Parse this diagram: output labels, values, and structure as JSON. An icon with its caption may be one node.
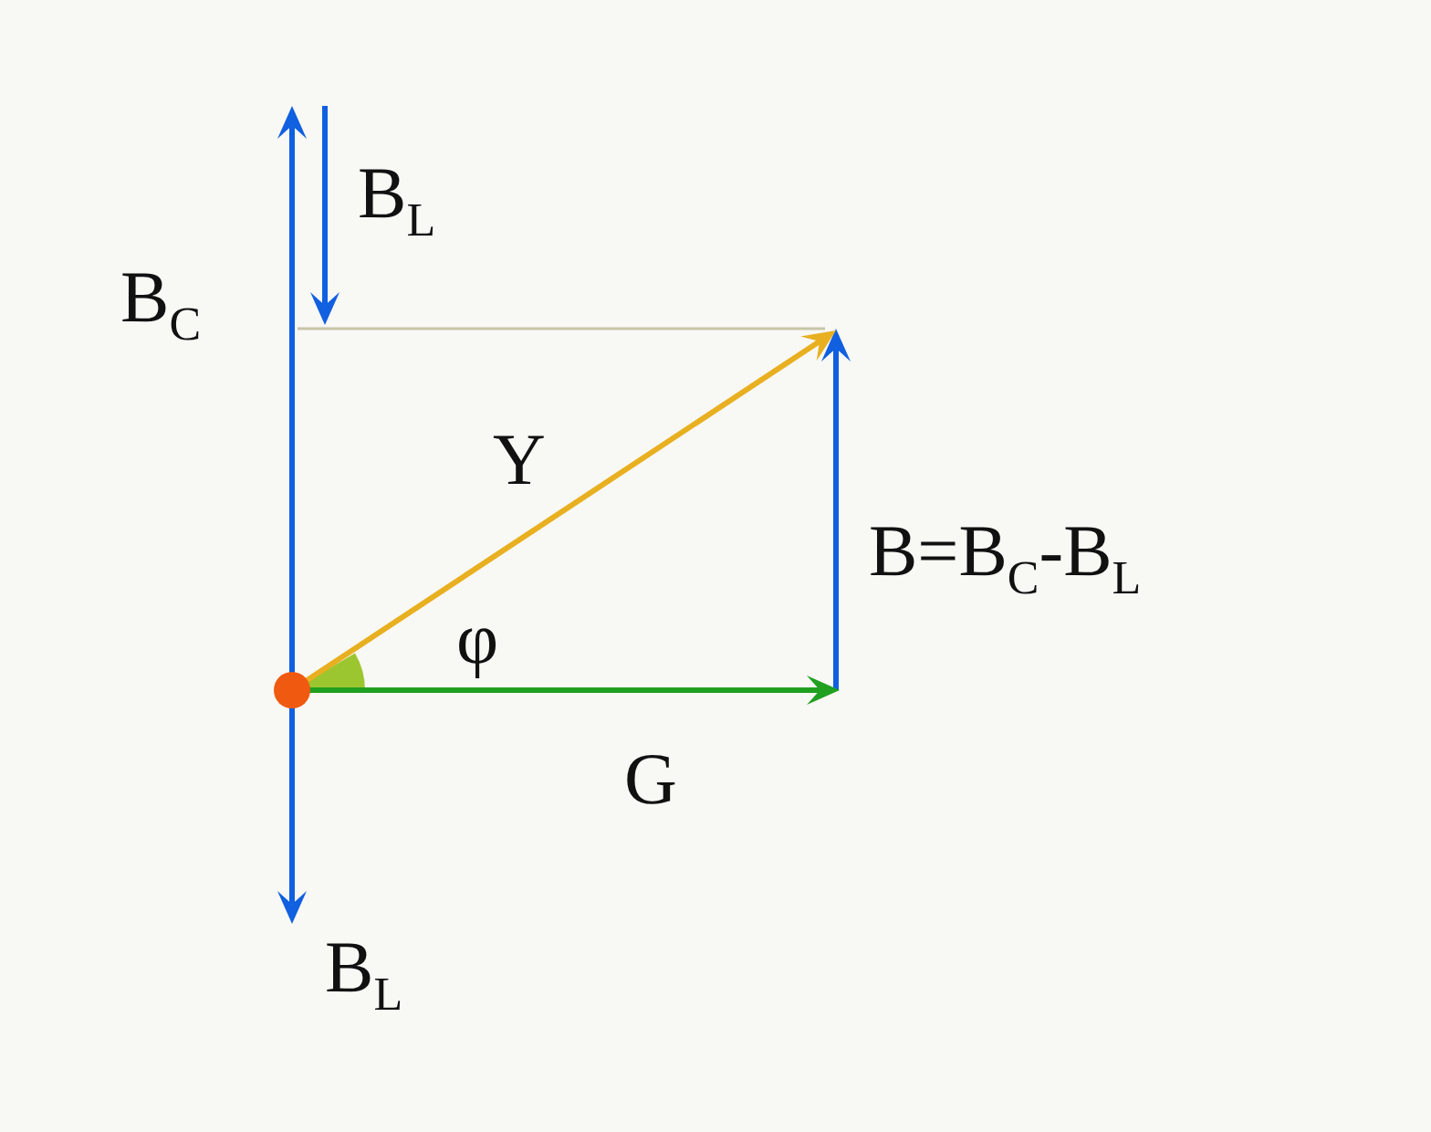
{
  "diagram": {
    "labels": [
      "B$_{L}$",
      "B$_{C}$",
      "Y",
      "B=B$_{C}$-B$_{L}$",
      "φ",
      "G",
      "B$_{L}$"
    ]
  }
}
